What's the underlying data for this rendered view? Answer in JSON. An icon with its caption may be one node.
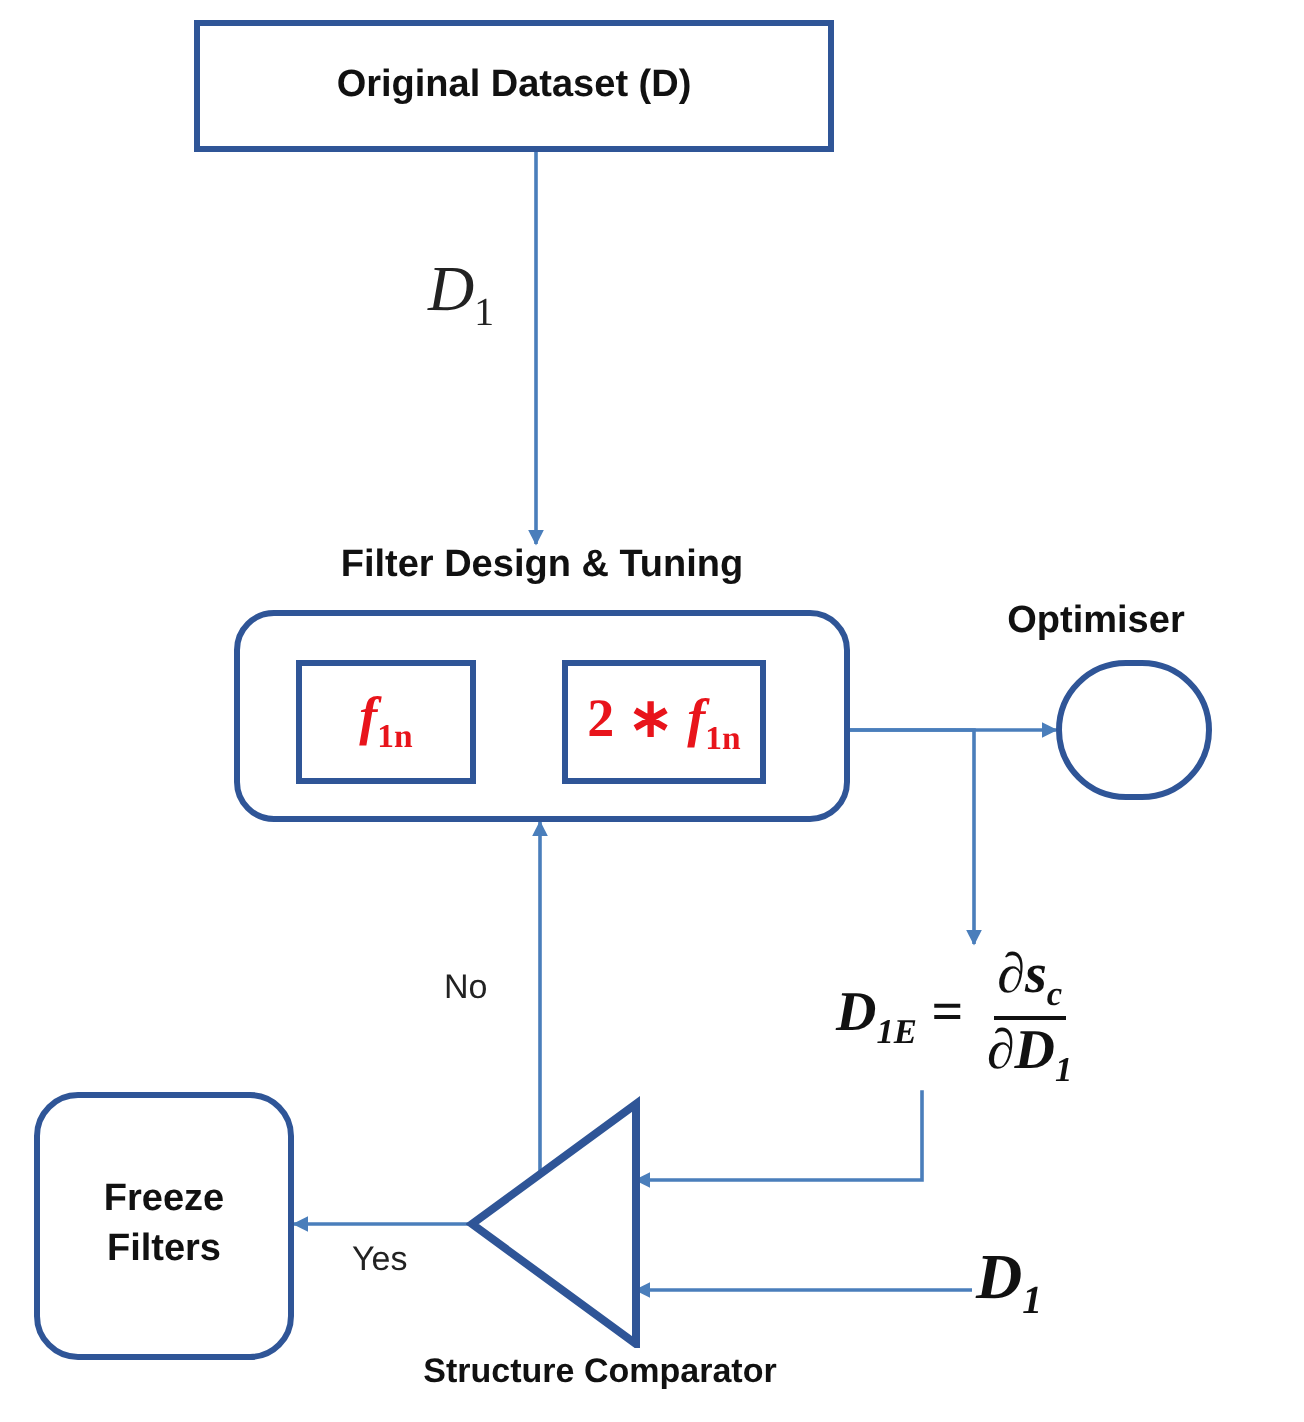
{
  "diagram": {
    "nodes": [
      {
        "text": [
          "Original Dataset (D)"
        ]
      },
      {
        "text": [
          "Filter Design & Tuning"
        ]
      },
      {
        "text": [
          "f$_{1n}$"
        ],
        "in": 1
      },
      {
        "text": [
          "2 ∗ *f*$_{1n}$"
        ],
        "in": 1
      },
      {
        "text": [
          "Optimiser"
        ]
      },
      {
        "text": [
          "D$_{1E}$ =",
          "∂s$_{c}$",
          "∂D$_{1}$"
        ]
      },
      {
        "text": [
          "Structure Comparator"
        ]
      },
      {
        "text": [
          "Freeze Filters"
        ]
      },
      {
        "text": [
          "D$_{1}$"
        ]
      }
    ],
    "edges": [
      {
        "from": 0,
        "to": 1,
        "arrow": "to",
        "label": "D$_{1}$"
      },
      {
        "from": 1,
        "to": 4,
        "arrow": "to"
      },
      {
        "from": 1,
        "to": 5,
        "arrow": "to"
      },
      {
        "from": 5,
        "to": 6,
        "arrow": "to"
      },
      {
        "from": 8,
        "to": 6,
        "arrow": "to"
      },
      {
        "from": 6,
        "to": 1,
        "arrow": "to",
        "label": "No"
      },
      {
        "from": 6,
        "to": 7,
        "arrow": "to",
        "label": "Yes"
      }
    ]
  }
}
